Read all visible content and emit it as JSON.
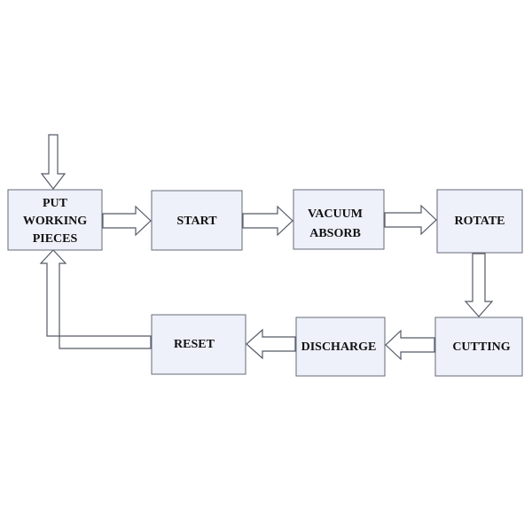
{
  "diagram": {
    "type": "process-flowchart",
    "steps": [
      {
        "id": "put",
        "lines": [
          "PUT",
          "WORKING",
          "PIECES"
        ]
      },
      {
        "id": "start",
        "lines": [
          "START"
        ]
      },
      {
        "id": "vacuum",
        "lines": [
          "VACUUM",
          "ABSORB"
        ]
      },
      {
        "id": "rotate",
        "lines": [
          "ROTATE"
        ]
      },
      {
        "id": "cutting",
        "lines": [
          "CUTTING"
        ]
      },
      {
        "id": "discharge",
        "lines": [
          "DISCHARGE"
        ]
      },
      {
        "id": "reset",
        "lines": [
          "RESET"
        ]
      }
    ],
    "connections": [
      {
        "from": "input",
        "to": "put"
      },
      {
        "from": "put",
        "to": "start"
      },
      {
        "from": "start",
        "to": "vacuum"
      },
      {
        "from": "vacuum",
        "to": "rotate"
      },
      {
        "from": "rotate",
        "to": "cutting"
      },
      {
        "from": "cutting",
        "to": "discharge"
      },
      {
        "from": "discharge",
        "to": "reset"
      },
      {
        "from": "reset",
        "to": "put"
      }
    ],
    "colors": {
      "box_fill": "#eef1fa",
      "box_border": "#666a78",
      "arrow_fill": "#ffffff",
      "arrow_outline": "#555a66",
      "text": "#111111"
    }
  }
}
